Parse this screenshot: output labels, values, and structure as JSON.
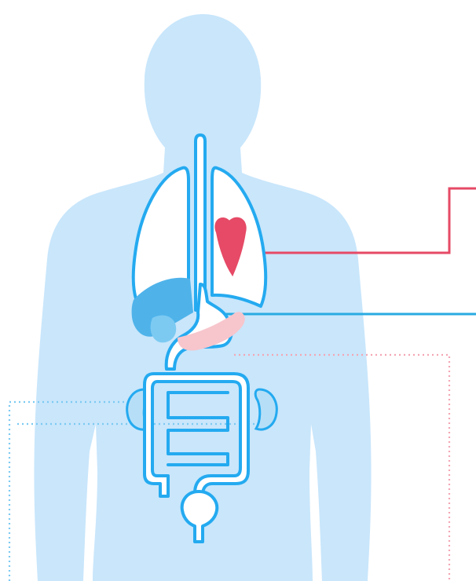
{
  "diagram": {
    "organs": [
      {
        "name": "lungs",
        "icon": "lungs-icon",
        "highlighted": false
      },
      {
        "name": "heart",
        "icon": "heart-icon",
        "highlighted": true,
        "highlight_color": "#e64a66"
      },
      {
        "name": "liver",
        "icon": "liver-icon",
        "highlighted": true,
        "highlight_color": "#4fb3ea"
      },
      {
        "name": "pancreas",
        "icon": "pancreas-icon",
        "highlighted": true,
        "highlight_color": "#f7c5cc"
      },
      {
        "name": "kidneys",
        "icon": "kidney-icon",
        "highlighted": true,
        "highlight_color": "#b6dff7"
      },
      {
        "name": "intestines",
        "icon": "intestine-icon",
        "highlighted": false
      },
      {
        "name": "bladder",
        "icon": "bladder-icon",
        "highlighted": false
      }
    ],
    "colors": {
      "silhouette": "#c9e6fb",
      "outline": "#24aaf0",
      "heart": "#e64a66",
      "liver": "#4fb3ea",
      "pancreas": "#f7c5cc",
      "kidney": "#b6dff7",
      "red_leader": "#e64a66",
      "blue_leader": "#29abe2"
    },
    "leader_lines": [
      {
        "from": "heart",
        "style": "solid",
        "color": "#e64a66"
      },
      {
        "from": "liver",
        "style": "solid",
        "color": "#29abe2"
      },
      {
        "from": "pancreas",
        "style": "dotted",
        "color": "#f4a6b4"
      },
      {
        "from": "kidneys",
        "style": "dotted",
        "color": "#7ccaf2"
      }
    ]
  }
}
